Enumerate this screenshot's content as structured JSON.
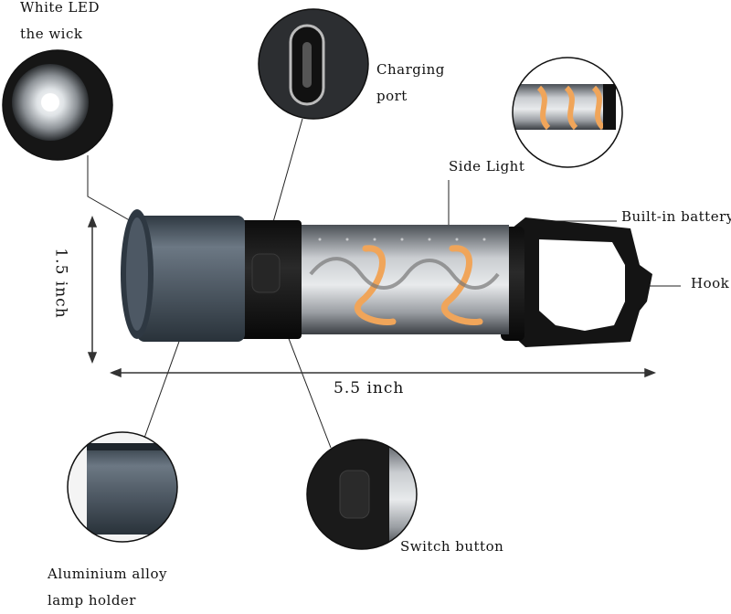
{
  "callouts": {
    "white_led_line1": "White LED",
    "white_led_line2": "the wick",
    "charging_line1": "Charging",
    "charging_line2": "port",
    "side_light": "Side Light",
    "battery": "Built-in battery",
    "hook": "Hook",
    "holder_line1": "Aluminium alloy",
    "holder_line2": "lamp holder",
    "switch": "Switch button"
  },
  "dimensions": {
    "height": "1.5 inch",
    "length": "5.5 inch"
  },
  "colors": {
    "body_metal": "#4a5561",
    "black_plastic": "#1a1a1a",
    "led_strip": "#f0a55a"
  }
}
